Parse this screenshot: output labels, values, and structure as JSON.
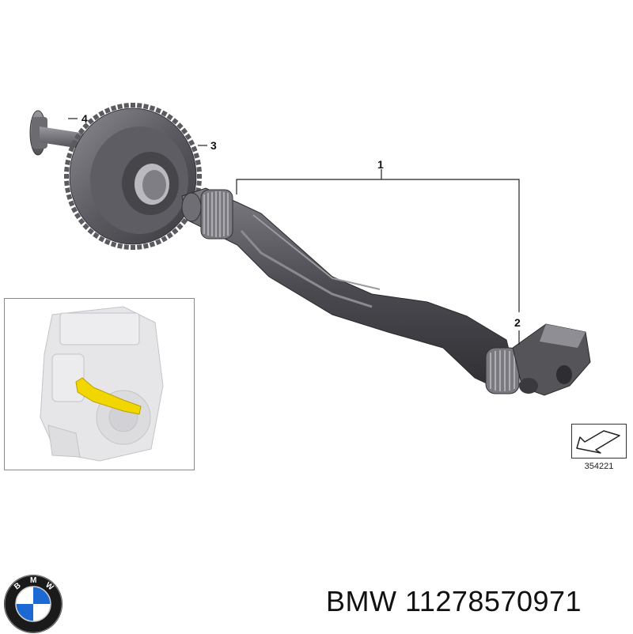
{
  "callouts": [
    {
      "id": "1",
      "label": "1"
    },
    {
      "id": "2",
      "label": "2"
    },
    {
      "id": "3",
      "label": "3"
    },
    {
      "id": "4",
      "label": "4"
    }
  ],
  "reference": {
    "number": "354221",
    "icon": "arrow-icon"
  },
  "brand": {
    "name": "BMW",
    "part_number": "11278570971"
  },
  "logo": {
    "lettering": "BMW",
    "colors": {
      "blue": "#1c69d4",
      "white": "#ffffff",
      "ring": "#1a1a1a"
    }
  },
  "inset": {
    "highlight_color": "#f2d600",
    "description_icon": "engine-icon"
  },
  "colors": {
    "part_dark": "#4a4a4e",
    "part_mid": "#6b6b70",
    "part_light": "#9a9aa0",
    "line": "#222222"
  }
}
